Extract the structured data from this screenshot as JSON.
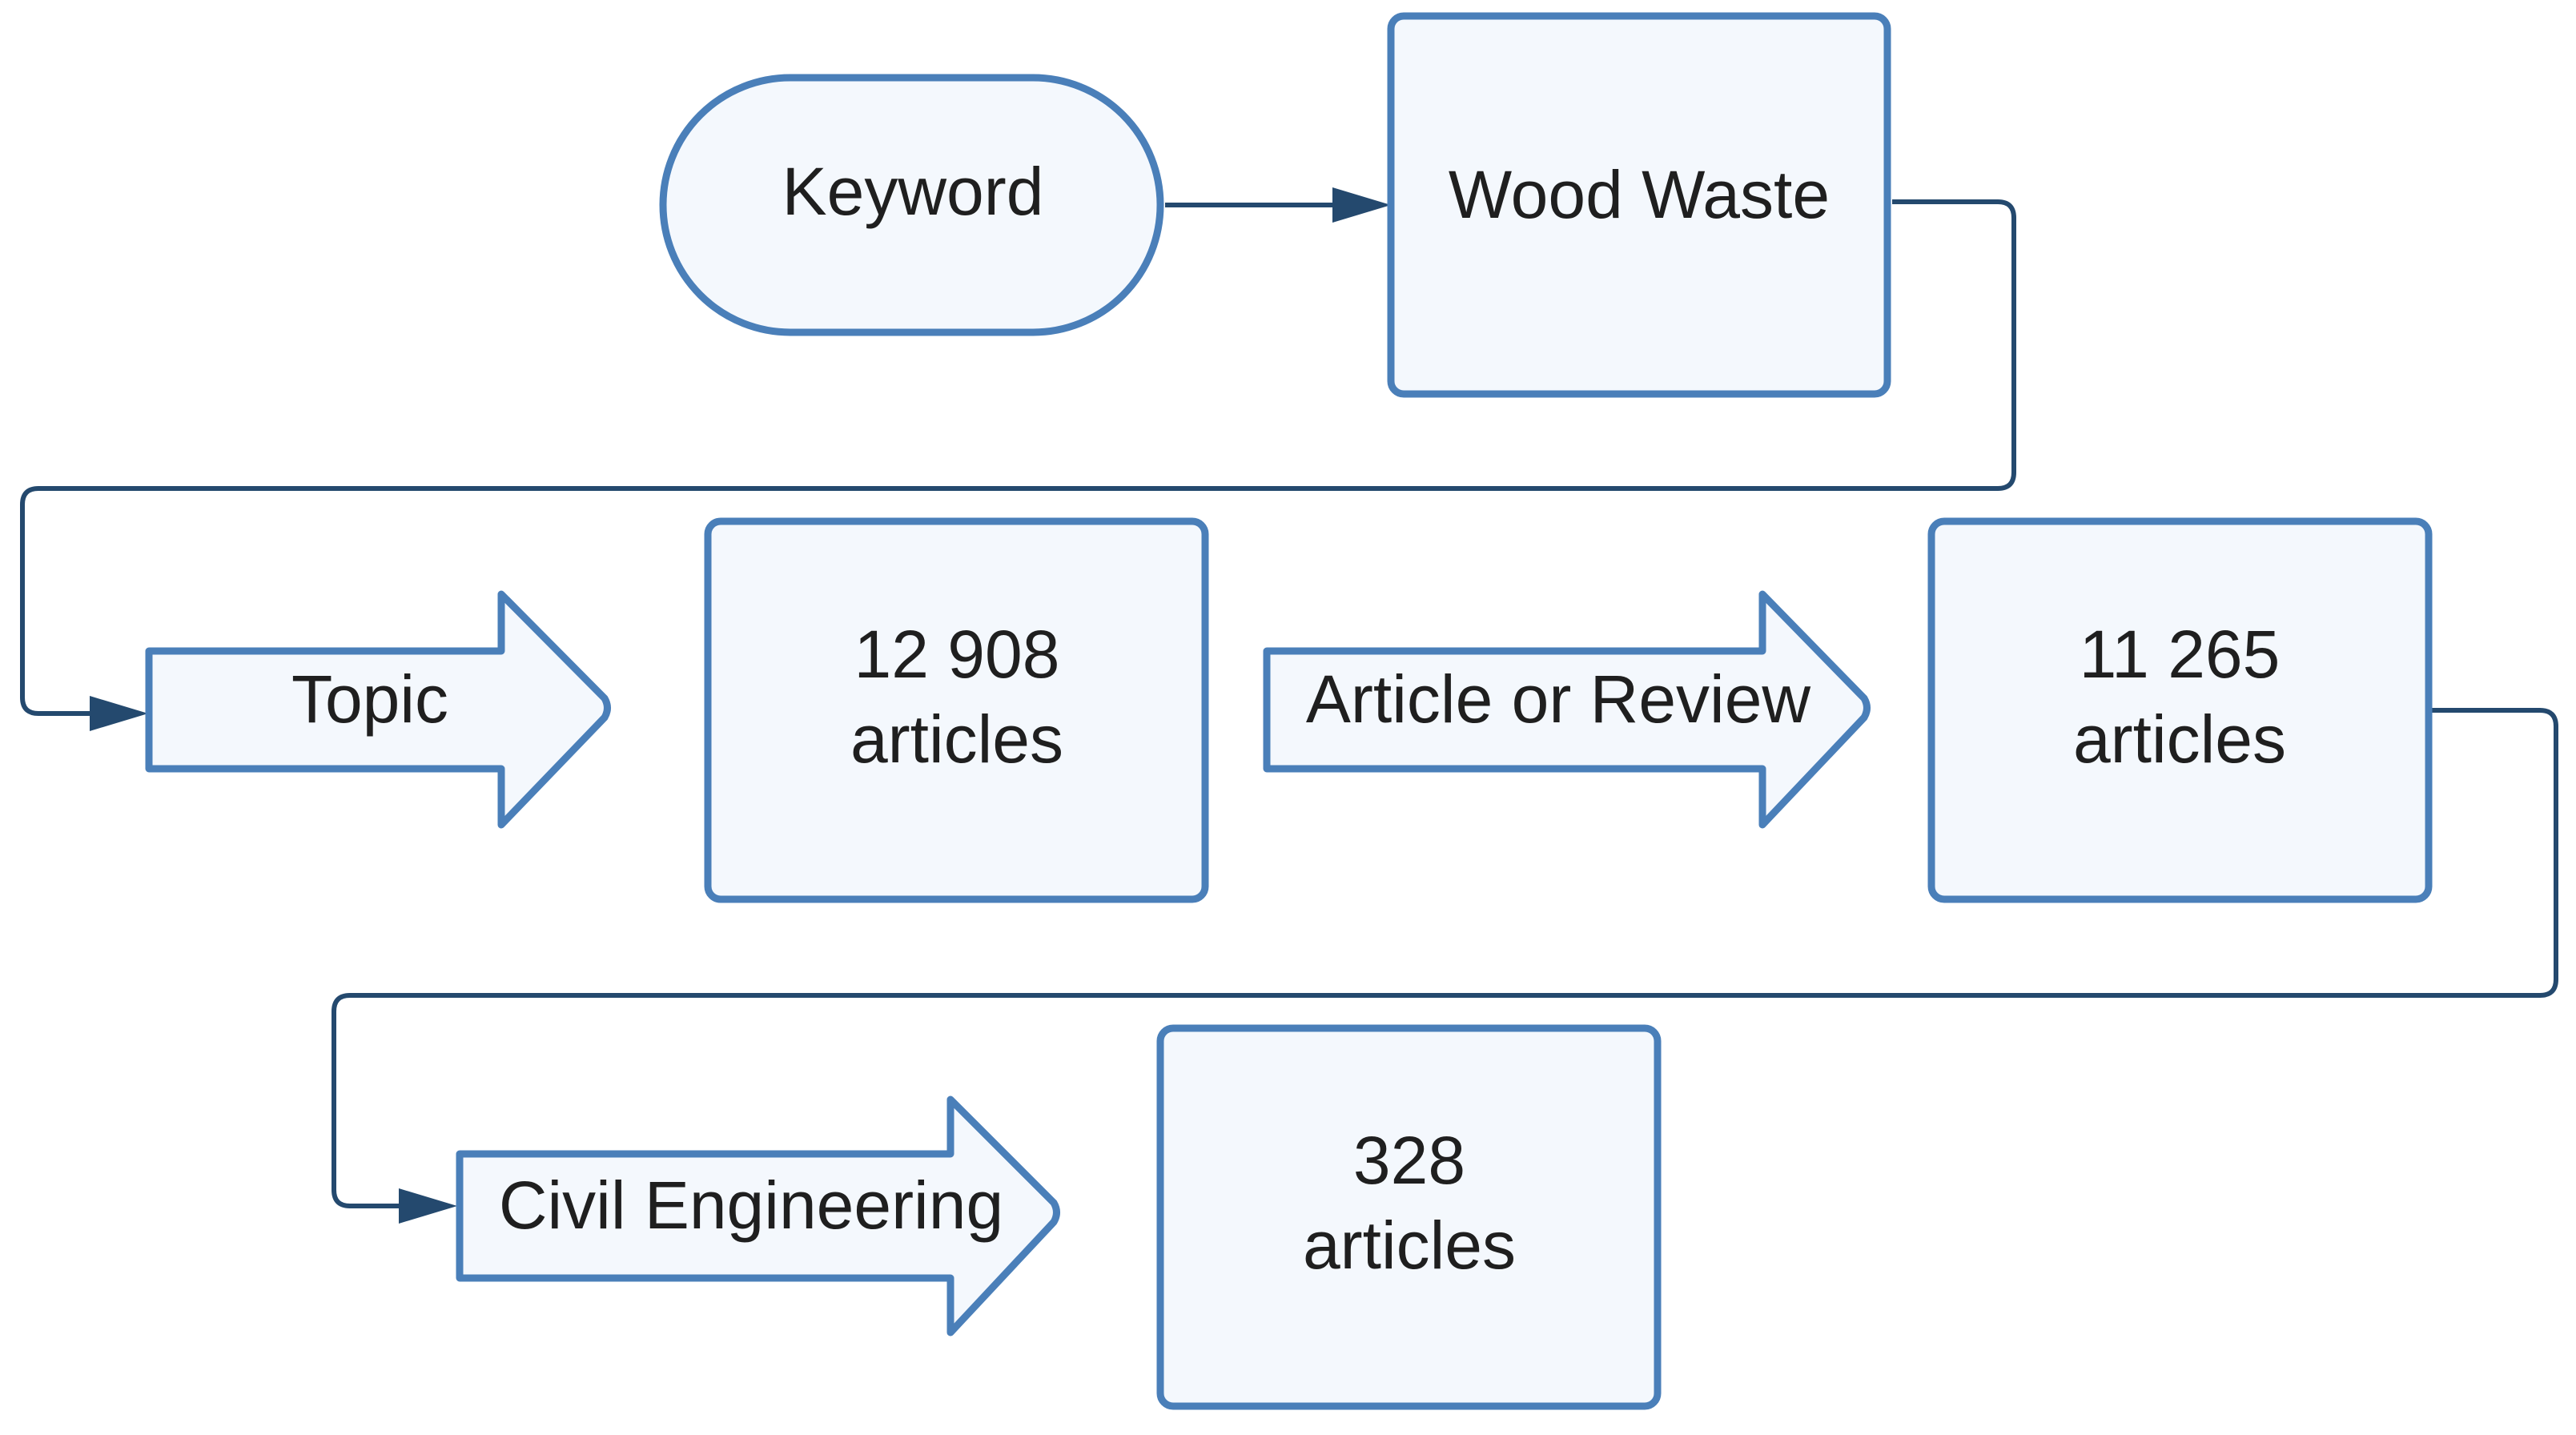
{
  "colors": {
    "fill": "#f4f8fd",
    "stroke": "#4a7fb9",
    "connector": "#24496e",
    "text": "#1f1f1f"
  },
  "start": {
    "label": "Keyword"
  },
  "keyword_box": {
    "label": "Wood Waste"
  },
  "filters": {
    "topic": {
      "label": "Topic"
    },
    "doc_type": {
      "label": "Article or Review"
    },
    "field": {
      "label": "Civil Engineering"
    }
  },
  "results": {
    "r1": {
      "count": "12 908",
      "unit": "articles"
    },
    "r2": {
      "count": "11 265",
      "unit": "articles"
    },
    "r3": {
      "count": "328",
      "unit": "articles"
    }
  }
}
